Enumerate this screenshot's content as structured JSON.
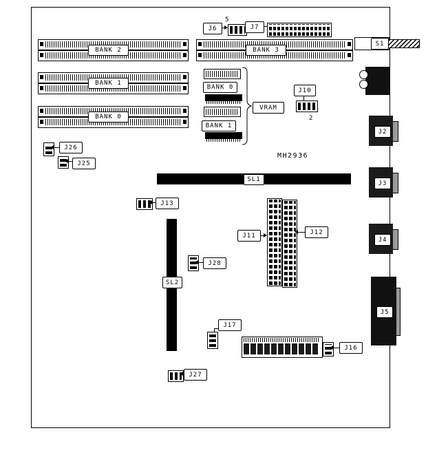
{
  "part_number": "MH2936",
  "banks": {
    "bank2": "BANK 2",
    "bank1": "BANK 1",
    "bank0": "BANK 0",
    "bank3": "BANK 3"
  },
  "vram": {
    "bank0": "BANK 0",
    "bank1": "BANK 1",
    "label": "VRAM"
  },
  "slots": {
    "sl1": "SL1",
    "sl2": "SL2"
  },
  "connectors": {
    "j6": "J6",
    "j7": "J7",
    "s1": "S1",
    "j10": "J10",
    "j11": "J11",
    "j12": "J12",
    "j13": "J13",
    "j16": "J16",
    "j17": "J17",
    "j25": "J25",
    "j26": "J26",
    "j27": "J27",
    "j28": "J28",
    "j2": "J2",
    "j3": "J3",
    "j4": "J4",
    "j5": "J5"
  },
  "pin_markers": {
    "j6_pin": "5",
    "j10_pin": "2"
  },
  "colors": {
    "line": "#000000",
    "connector_fill": "#1b1b1b",
    "background": "#ffffff"
  }
}
